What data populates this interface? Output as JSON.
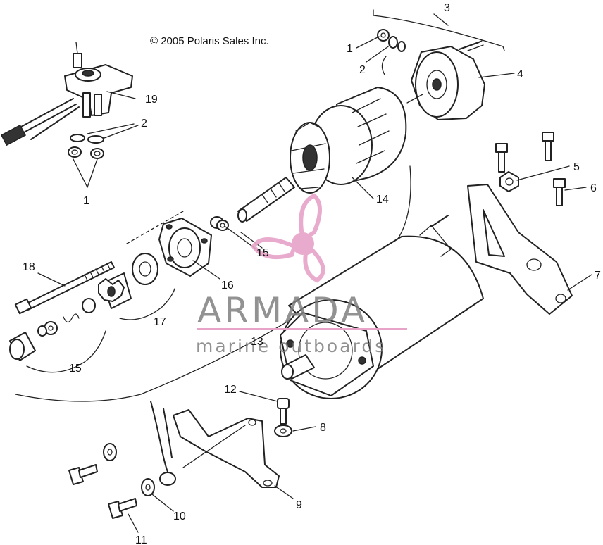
{
  "copyright": "© 2005 Polaris Sales Inc.",
  "watermark": {
    "brand": "ARMADA",
    "tagline": "marine outboards",
    "accent_color": "#e7a3c8",
    "text_color": "#7f7f7f"
  },
  "callouts": {
    "c1a": "1",
    "c1b": "1",
    "c2a": "2",
    "c2b": "2",
    "c3": "3",
    "c4": "4",
    "c5": "5",
    "c6": "6",
    "c7": "7",
    "c8": "8",
    "c9": "9",
    "c10": "10",
    "c11": "11",
    "c12": "12",
    "c13": "13",
    "c14": "14",
    "c15a": "15",
    "c15b": "15",
    "c16": "16",
    "c17": "17",
    "c18": "18",
    "c19": "19"
  }
}
